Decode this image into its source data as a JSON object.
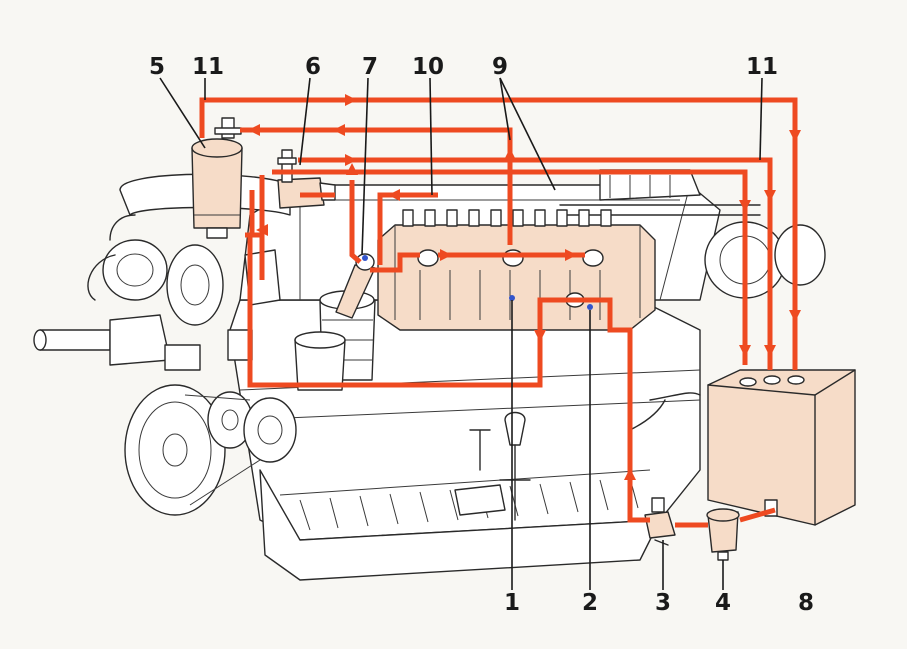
{
  "colors": {
    "fuel_line": "#ee4a21",
    "component_tint": "#f6dcc8",
    "outline": "#2a2a2a",
    "paper": "#f8f7f3"
  },
  "callouts": {
    "c1": "1",
    "c2": "2",
    "c3": "3",
    "c4": "4",
    "c5": "5",
    "c6": "6",
    "c7": "7",
    "c8": "8",
    "c9": "9",
    "c10": "10",
    "c11_left": "11",
    "c11_right": "11"
  }
}
